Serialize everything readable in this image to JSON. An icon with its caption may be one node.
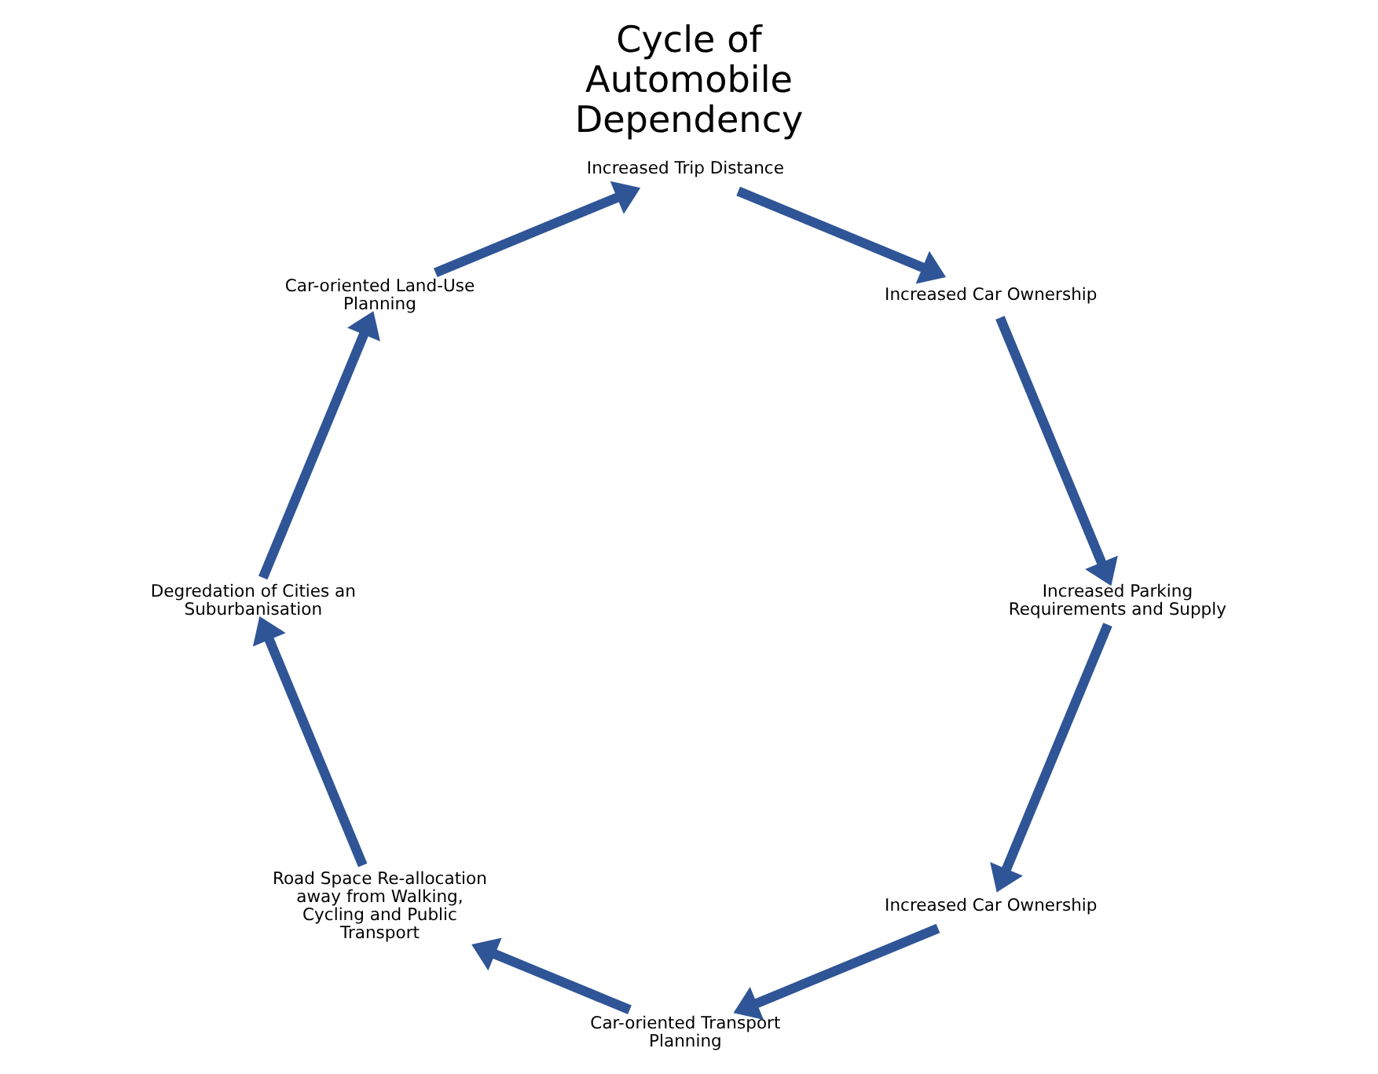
{
  "diagram": {
    "title": "Cycle of Automobile Dependency",
    "nodes": [
      {
        "text": [
          "Increased Car Ownership"
        ]
      },
      {
        "text": [
          "Car-oriented Transport Planning"
        ]
      },
      {
        "text": [
          "Road Space Re-allocation away from Walking, Cycling and Public Transport"
        ]
      },
      {
        "text": [
          "Degredation of Cities an Suburbanisation"
        ]
      },
      {
        "text": [
          "Car-oriented Land-Use Planning"
        ]
      },
      {
        "text": [
          "Increased Trip Distance"
        ]
      },
      {
        "text": [
          "Increased Car Ownership"
        ]
      },
      {
        "text": [
          "Increased Parking Requirements and Supply"
        ]
      }
    ],
    "edges": [
      {
        "from": 0,
        "to": 1,
        "arrow": "to"
      },
      {
        "from": 1,
        "to": 2,
        "arrow": "to"
      },
      {
        "from": 2,
        "to": 3,
        "arrow": "to"
      },
      {
        "from": 3,
        "to": 4,
        "arrow": "to"
      },
      {
        "from": 4,
        "to": 5,
        "arrow": "to"
      },
      {
        "from": 5,
        "to": 6,
        "arrow": "to"
      },
      {
        "from": 6,
        "to": 7,
        "arrow": "to"
      },
      {
        "from": 7,
        "to": 0,
        "arrow": "to"
      }
    ]
  }
}
